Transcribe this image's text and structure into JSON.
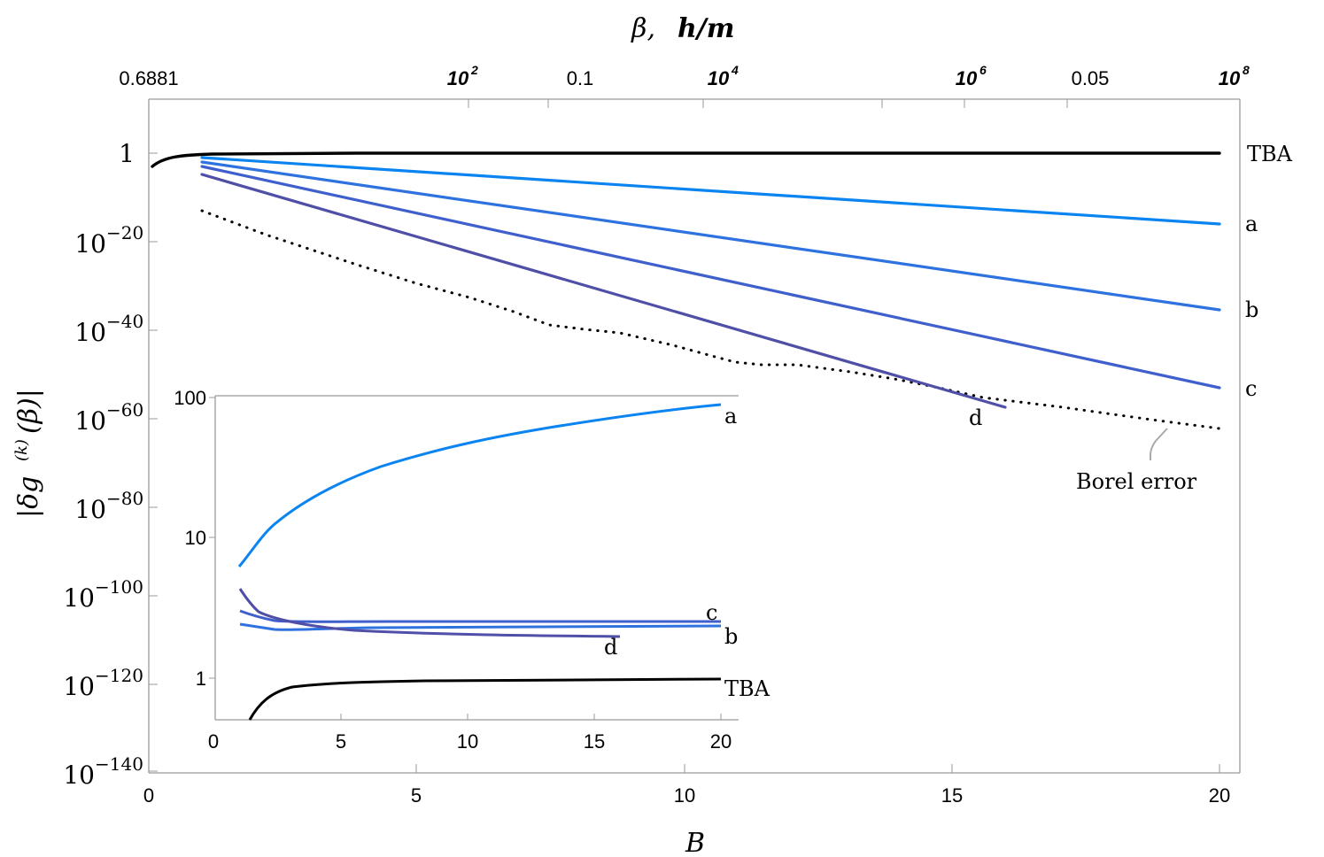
{
  "chart_data": [
    {
      "id": "main",
      "type": "line",
      "title": "",
      "xlabel": "B",
      "ylabel": "|δg^(k)(β)|",
      "top_axis_label": "β, h/m",
      "xlim": [
        0,
        20
      ],
      "ylim_log10": [
        -140,
        10
      ],
      "yscale": "log",
      "grid": false,
      "x_ticks": [
        "0",
        "5",
        "10",
        "15",
        "20"
      ],
      "y_ticks": [
        {
          "label": "1",
          "exp": ""
        },
        {
          "label": "10",
          "exp": "−20"
        },
        {
          "label": "10",
          "exp": "−40"
        },
        {
          "label": "10",
          "exp": "−60"
        },
        {
          "label": "10",
          "exp": "−80"
        },
        {
          "label": "10",
          "exp": "−100"
        },
        {
          "label": "10",
          "exp": "−120"
        },
        {
          "label": "10",
          "exp": "−140"
        }
      ],
      "top_ticks": [
        {
          "label": "0.6881",
          "style": "plain",
          "B": 0
        },
        {
          "label": "10",
          "sup": "2",
          "style": "bold-italic",
          "B": 5.97
        },
        {
          "label": "0.1",
          "style": "plain",
          "B": 8.1
        },
        {
          "label": "10",
          "sup": "4",
          "style": "bold-italic",
          "B": 10.85
        },
        {
          "label": "10",
          "sup": "6",
          "style": "bold-italic",
          "B": 15.6
        },
        {
          "label": "0.05",
          "style": "plain",
          "B": 17.8
        },
        {
          "label": "10",
          "sup": "8",
          "style": "bold-italic",
          "B": 20.0
        }
      ],
      "series": [
        {
          "name": "TBA",
          "color": "#000000",
          "style": "solid",
          "x": [
            0.07,
            0.5,
            1.0,
            2,
            5,
            10,
            15,
            20
          ],
          "log10_y": [
            -3,
            -1,
            -0.4,
            -0.1,
            0,
            0,
            0,
            0
          ]
        },
        {
          "name": "a",
          "color": "#0a84f0",
          "style": "solid",
          "x": [
            1,
            5,
            10,
            15,
            20
          ],
          "log10_y": [
            -1,
            -5,
            -9.3,
            -12.5,
            -16
          ]
        },
        {
          "name": "b",
          "color": "#2e72e0",
          "style": "solid",
          "x": [
            1,
            5,
            10,
            15,
            20
          ],
          "log10_y": [
            -2,
            -10.5,
            -21,
            -32,
            -35.4
          ]
        },
        {
          "name": "c",
          "color": "#3f5fcc",
          "style": "solid",
          "x": [
            1,
            5,
            10,
            15,
            20
          ],
          "log10_y": [
            -3,
            -15.5,
            -31,
            -46,
            -53
          ]
        },
        {
          "name": "d",
          "color": "#4f4fa8",
          "style": "solid",
          "x": [
            1,
            5,
            10,
            15,
            16
          ],
          "log10_y": [
            -4.8,
            -25,
            -44,
            -52,
            -57.4
          ]
        },
        {
          "name": "Borel error",
          "color": "#000000",
          "style": "dotted",
          "x": [
            1,
            5,
            7.5,
            10,
            11,
            13,
            15,
            20
          ],
          "log10_y": [
            -13,
            -32.4,
            -40.4,
            -45.4,
            -47.4,
            -50.4,
            -55.4,
            -62.2
          ]
        }
      ],
      "labels": {
        "TBA": "TBA",
        "a": "a",
        "b": "b",
        "c": "c",
        "d": "d",
        "borel": "Borel error"
      }
    },
    {
      "id": "inset",
      "type": "line",
      "xlim": [
        0,
        21
      ],
      "yscale": "log",
      "ylim": [
        0.45,
        100
      ],
      "x_ticks": [
        "0",
        "5",
        "10",
        "15",
        "20"
      ],
      "y_ticks": [
        "100",
        "10",
        "1"
      ],
      "series": [
        {
          "name": "a",
          "color": "#0a84f0",
          "x": [
            1,
            2,
            5,
            10,
            15,
            20
          ],
          "y": [
            5.5,
            10,
            25,
            47,
            70,
            85
          ]
        },
        {
          "name": "b",
          "color": "#2e72e0",
          "x": [
            1,
            2,
            5,
            10,
            15,
            20
          ],
          "y": [
            2.4,
            2.3,
            2.3,
            2.32,
            2.33,
            2.35
          ]
        },
        {
          "name": "c",
          "color": "#3f5fcc",
          "x": [
            1,
            2,
            5,
            10,
            15,
            20
          ],
          "y": [
            2.9,
            2.5,
            2.45,
            2.45,
            2.45,
            2.45
          ]
        },
        {
          "name": "d",
          "color": "#4f4fa8",
          "x": [
            1,
            1.6,
            5,
            10,
            16
          ],
          "y": [
            3.8,
            2.8,
            2.2,
            2.1,
            2.0
          ]
        },
        {
          "name": "TBA",
          "color": "#000000",
          "x": [
            1.4,
            2,
            3.5,
            7.5,
            20
          ],
          "y": [
            0.45,
            0.64,
            0.87,
            0.94,
            0.98
          ]
        }
      ],
      "labels": {
        "a": "a",
        "b": "b",
        "c": "c",
        "d": "d",
        "TBA": "TBA"
      }
    }
  ],
  "axes": {
    "top_title": "β,",
    "top_title_math": "h/m",
    "x_title": "B",
    "y_title": "|δg",
    "y_title_sup": "(k)",
    "y_title_end": "(β)|"
  }
}
